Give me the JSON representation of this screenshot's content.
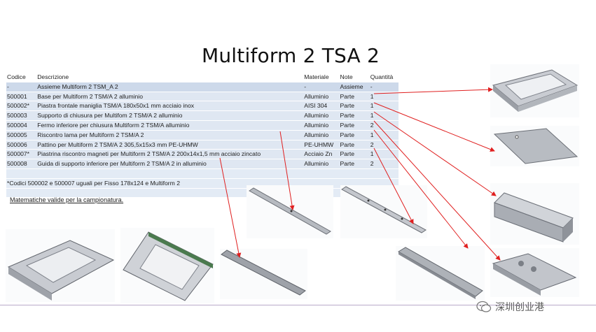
{
  "slide": {
    "title": "Multiform 2 TSA 2",
    "headers": {
      "code": "Codice",
      "description": "Descrizione",
      "material": "Materiale",
      "note": "Note",
      "quantity": "Quantità"
    },
    "rows": [
      {
        "code": "-",
        "description": "Assieme Multiform 2 TSM_A 2",
        "material": "-",
        "note": "Assieme",
        "quantity": "-"
      },
      {
        "code": "500001",
        "description": "Base per Multiform 2 TSM/A 2 alluminio",
        "material": "Alluminio",
        "note": "Parte",
        "quantity": "1"
      },
      {
        "code": "500002*",
        "description": "Piastra frontale maniglia TSM/A 180x50x1 mm acciaio inox",
        "material": "AISI 304",
        "note": "Parte",
        "quantity": "1"
      },
      {
        "code": "500003",
        "description": "Supporto di chiusura per Multifom 2 TSM/A 2 alluminio",
        "material": "Alluminio",
        "note": "Parte",
        "quantity": "1"
      },
      {
        "code": "500004",
        "description": "Fermo inferiore per chiusura Multiform 2 TSM/A alluminio",
        "material": "Alluminio",
        "note": "Parte",
        "quantity": "2"
      },
      {
        "code": "500005",
        "description": "Riscontro lama per Multiform 2 TSM/A 2",
        "material": "Alluminio",
        "note": "Parte",
        "quantity": "1"
      },
      {
        "code": "500006",
        "description": "Pattino per Multiform 2 TSM/A 2 305,5x15x3 mm PE-UHMW",
        "material": "PE-UHMW",
        "note": "Parte",
        "quantity": "2"
      },
      {
        "code": "500007*",
        "description": "Piastrina riscontro magneti per Multiform 2 TSM/A 2 200x14x1,5 mm acciaio zincato",
        "material": "Acciaio Zn",
        "note": "Parte",
        "quantity": "1"
      },
      {
        "code": "500008",
        "description": "Guida di supporto inferiore per Multiform 2 TSM/A 2 in alluminio",
        "material": "Alluminio",
        "note": "Parte",
        "quantity": "2"
      }
    ],
    "footnote": "*Codici 500002 e 500007 uguali per Fisso 178x124 e Multiform 2",
    "math_note": "Matematiche valide per la campionatura.",
    "arrow_color": "#e02020",
    "watermark": "深圳创业港"
  }
}
